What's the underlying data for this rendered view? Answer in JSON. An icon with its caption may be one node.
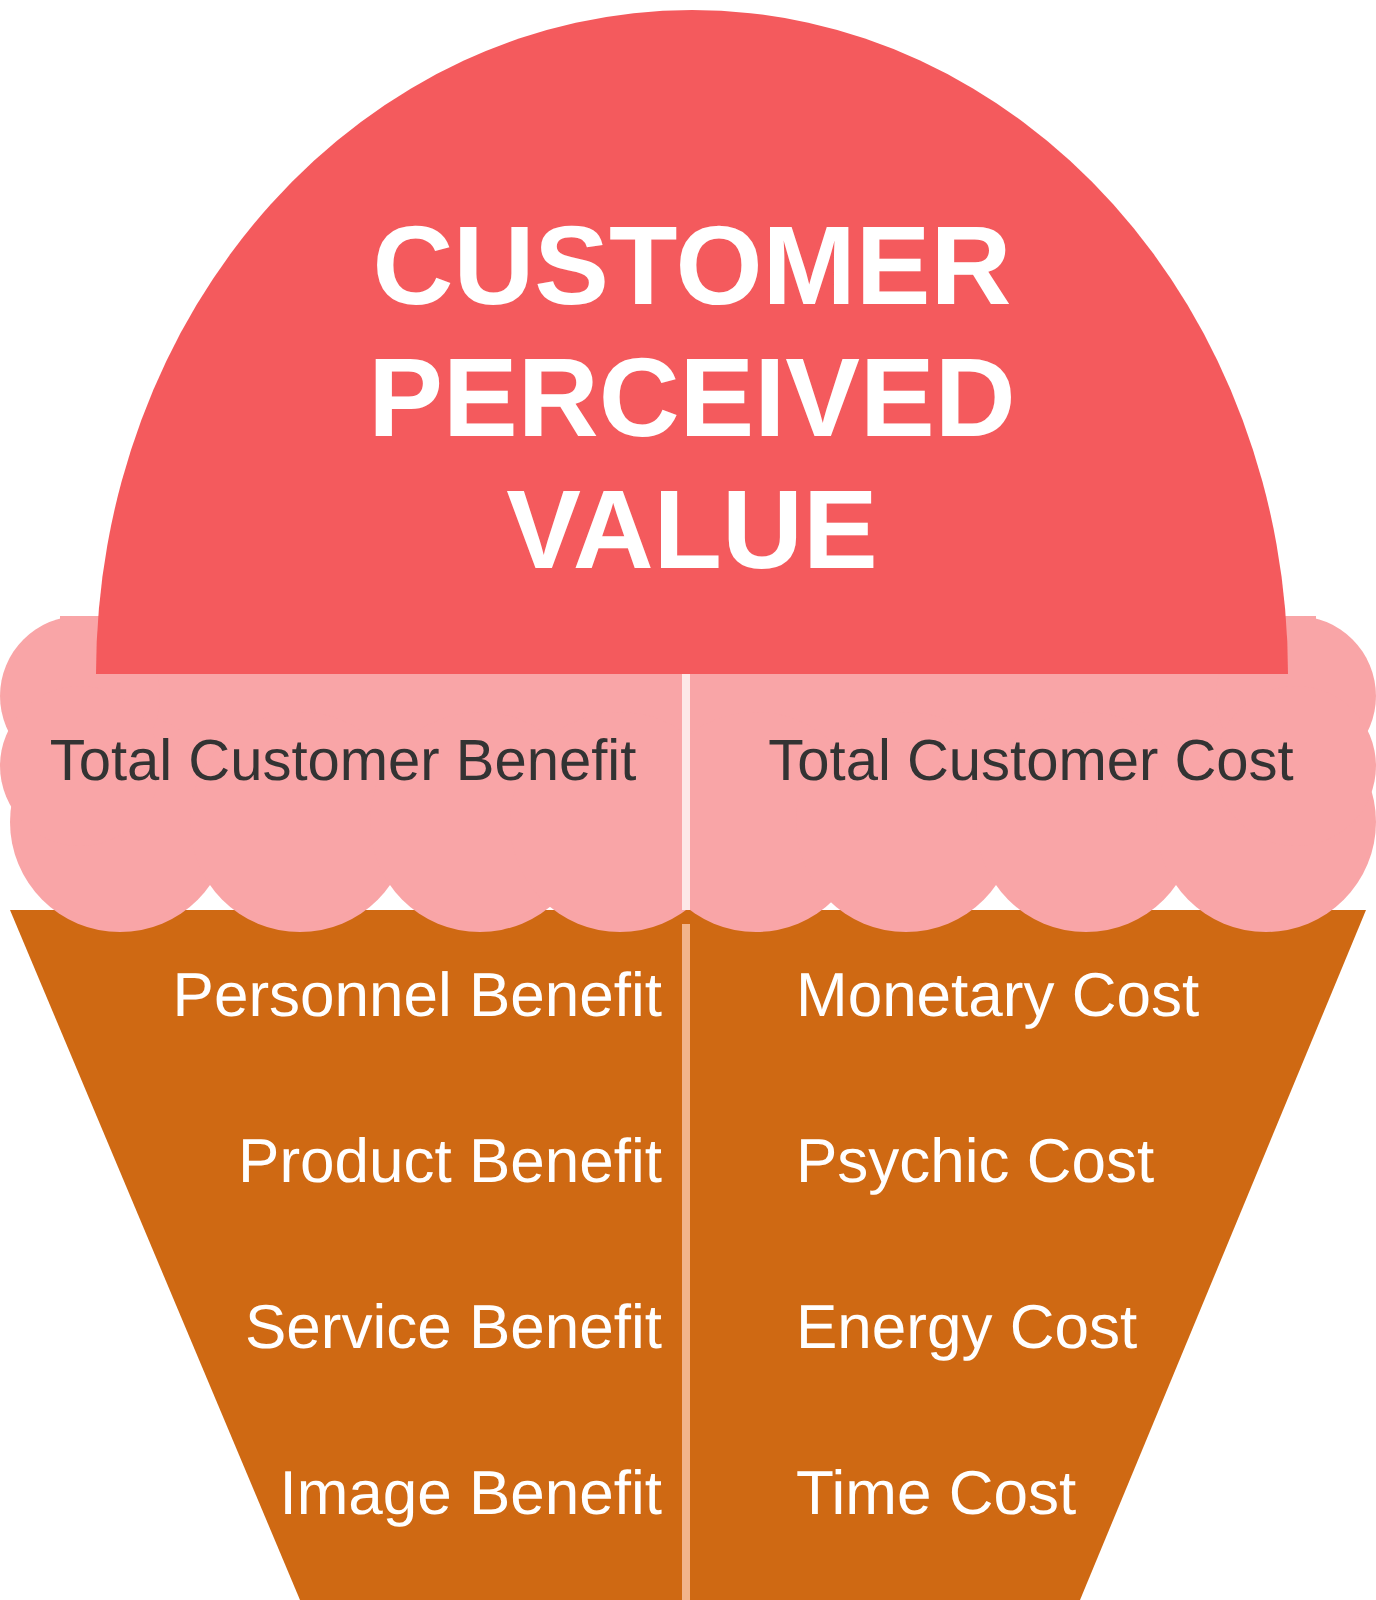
{
  "diagram": {
    "nodes": [
      {
        "text": [
          "CUSTOMER PERCEIVED VALUE"
        ]
      },
      {
        "text": [
          "Total Customer Benefit"
        ]
      },
      {
        "text": [
          "Total Customer Cost"
        ]
      },
      {
        "text": [
          "Personnel Benefit",
          "Product Benefit",
          "Service Benefit",
          "Image Benefit"
        ]
      },
      {
        "text": [
          "Monetary Cost",
          "Psychic Cost",
          "Energy Cost",
          "Time Cost"
        ]
      }
    ]
  }
}
